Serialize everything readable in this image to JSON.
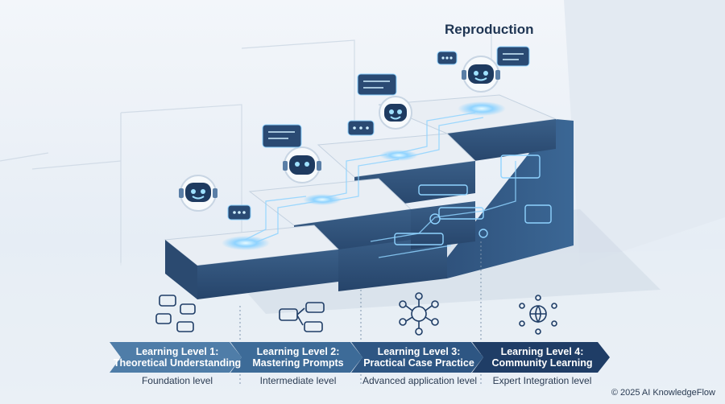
{
  "title": "Reproduction",
  "levels": [
    {
      "line1": "Learning Level 1:",
      "line2": "Theoretical Understanding",
      "subtitle": "Foundation level",
      "icon": "chat-bubbles-icon"
    },
    {
      "line1": "Learning Level 2:",
      "line2": "Mastering Prompts",
      "subtitle": "Intermediate level",
      "icon": "prompt-flow-icon"
    },
    {
      "line1": "Learning Level 3:",
      "line2": "Practical Case Practice",
      "subtitle": "Advanced application level",
      "icon": "network-nodes-icon"
    },
    {
      "line1": "Learning Level 4:",
      "line2": "Community Learning",
      "subtitle": "Expert Integration level",
      "icon": "community-globe-icon"
    }
  ],
  "copyright": "© 2025 AI KnowledgeFlow",
  "colors": {
    "chevron_1": "#4f7da8",
    "chevron_2": "#3d6b98",
    "chevron_3": "#2e5683",
    "chevron_4": "#1f3d66",
    "glow": "#8fd3ff",
    "stair_top": "#e9eef4",
    "stair_front": "#2f4f75"
  }
}
